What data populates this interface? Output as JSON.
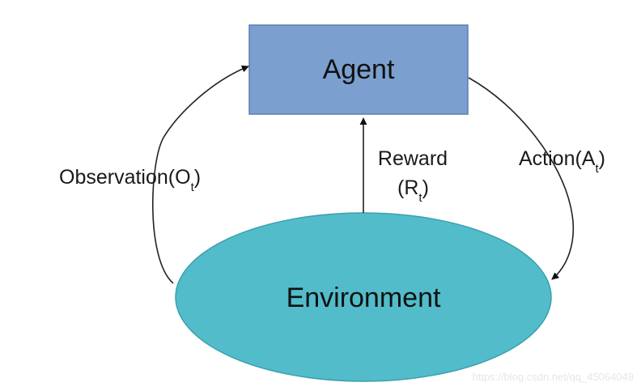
{
  "nodes": {
    "agent": {
      "label": "Agent",
      "fill": "#7b9fcf",
      "stroke": "#5b7fb0"
    },
    "environment": {
      "label": "Environment",
      "fill": "#52bcca",
      "stroke": "#3aa0ae"
    }
  },
  "edges": {
    "observation": {
      "label": "Observation(O",
      "sub": "t",
      "close": ")"
    },
    "reward": {
      "label_line1": "Reward",
      "label_line2_open": "(R",
      "sub": "t",
      "close": ")"
    },
    "action": {
      "label": "Action(A",
      "sub": "t",
      "close": ")"
    }
  },
  "watermark": "https://blog.csdn.net/qq_45064049"
}
